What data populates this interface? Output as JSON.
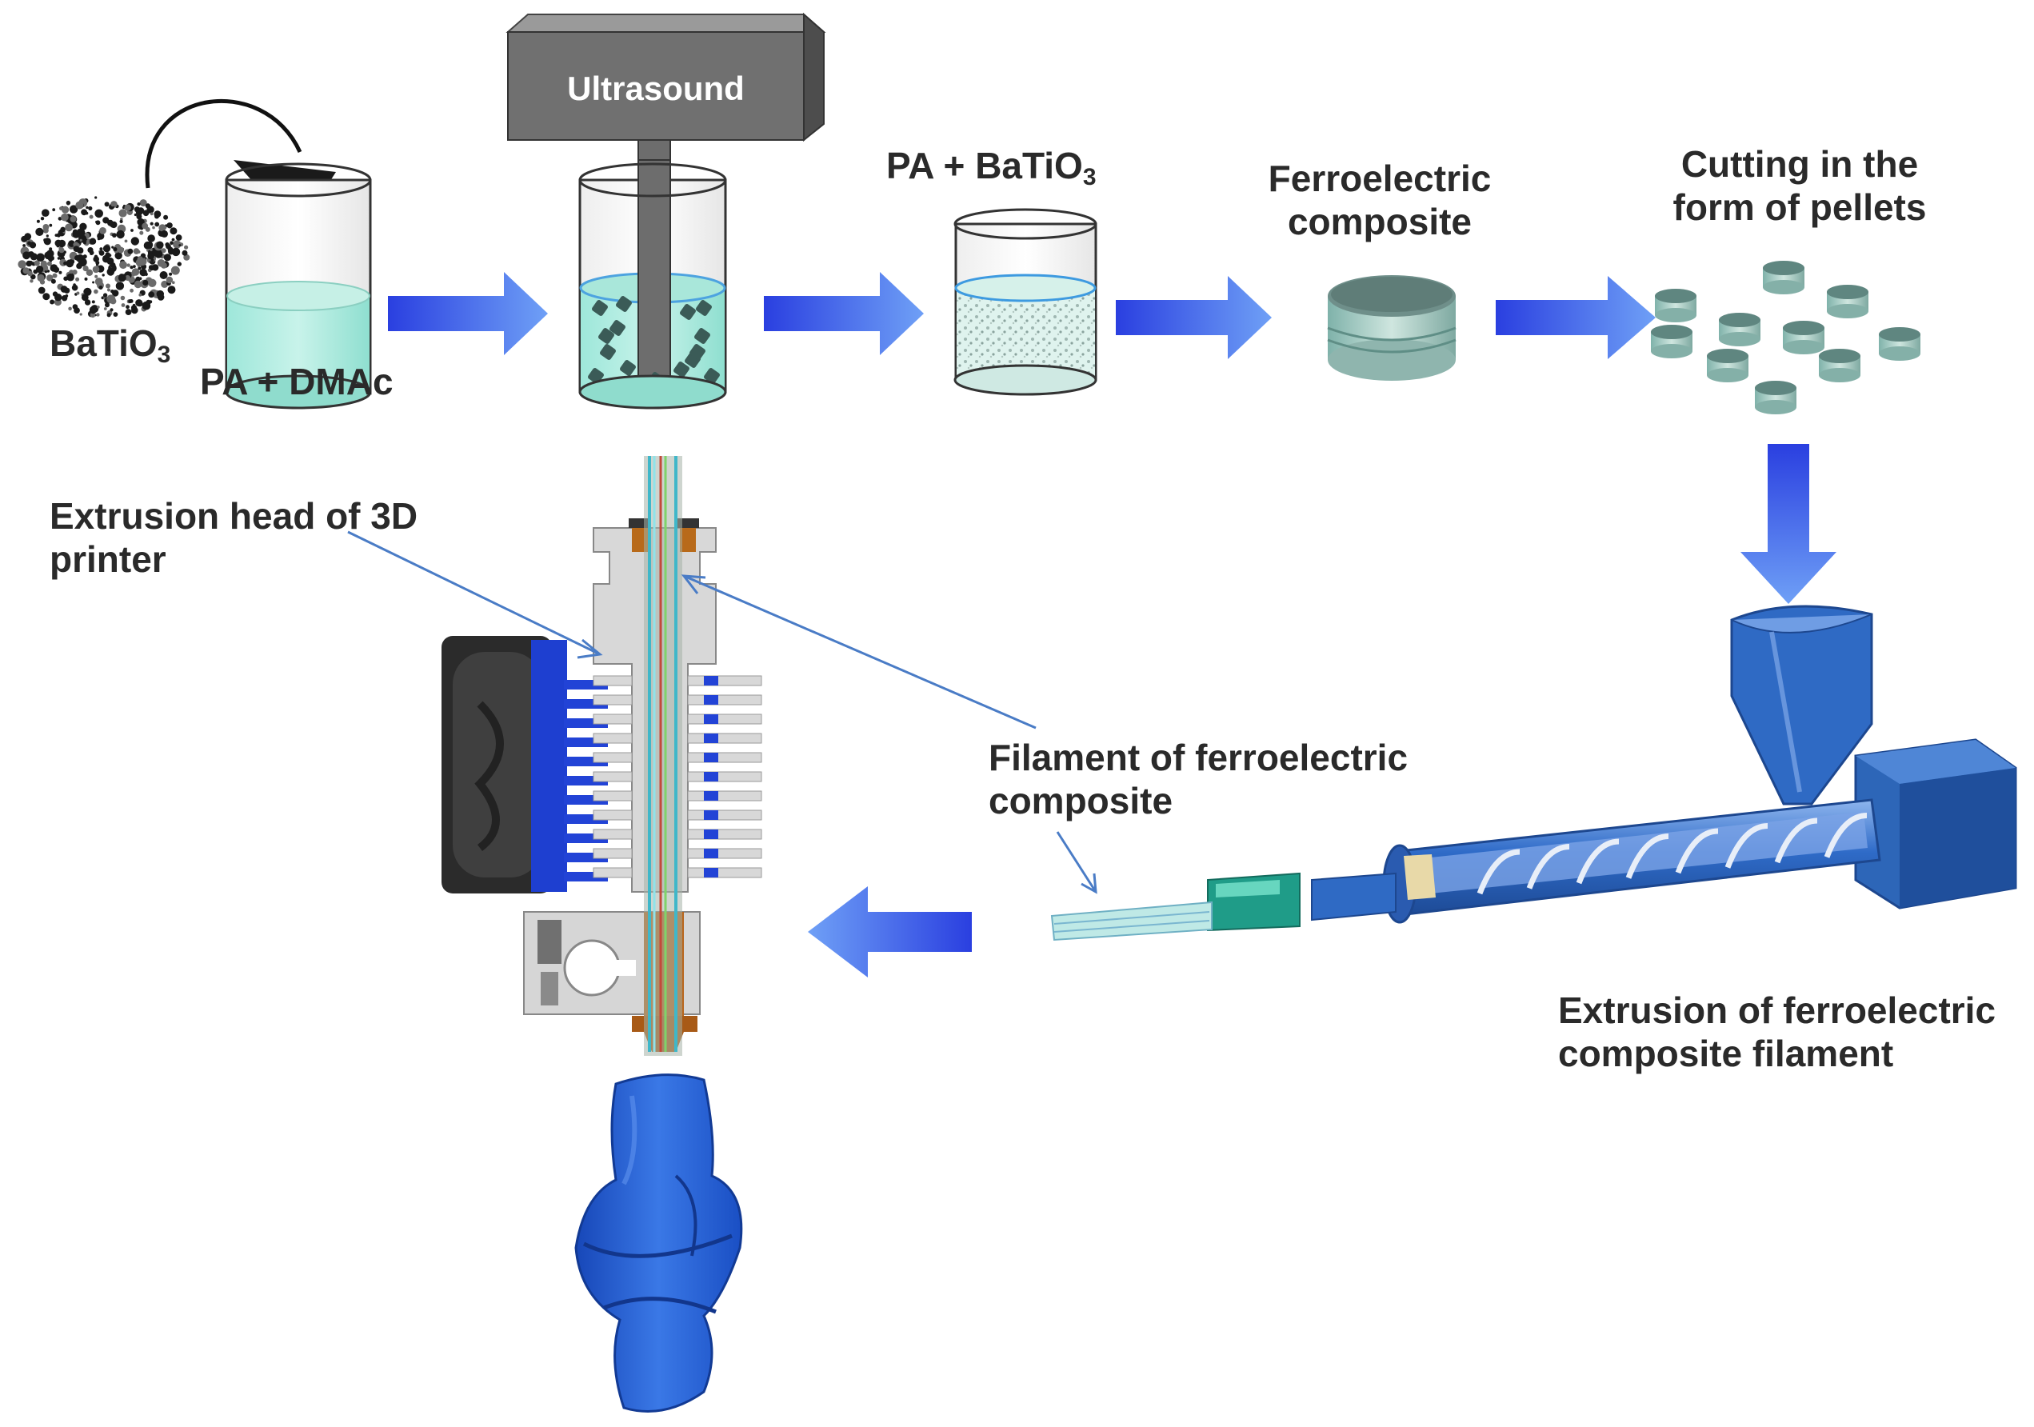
{
  "labels": {
    "batio3": {
      "main": "BaTiO",
      "sub": "3"
    },
    "pa_dmac": "PA + DMAc",
    "ultrasound": "Ultrasound",
    "pa_batio3": {
      "main": "PA + BaTiO",
      "sub": "3"
    },
    "ferroelectric_composite": [
      "Ferroelectric",
      "composite"
    ],
    "cutting_pellets": [
      "Cutting in the",
      "form of pellets"
    ],
    "extrusion_head": [
      "Extrusion head of 3D",
      "printer"
    ],
    "filament": [
      "Filament of ferroelectric",
      "composite"
    ],
    "extrusion_filament": [
      "Extrusion of ferroelectric",
      "composite filament"
    ]
  },
  "colors": {
    "arrow_blue": "#2f5bea",
    "arrow_light": "#6f9cf5",
    "liquid": "#7fdccb",
    "ultrasound_box": "#6e6e6e",
    "printed_part": "#1f5fd0",
    "extruder_blue": "#2d66b8"
  }
}
